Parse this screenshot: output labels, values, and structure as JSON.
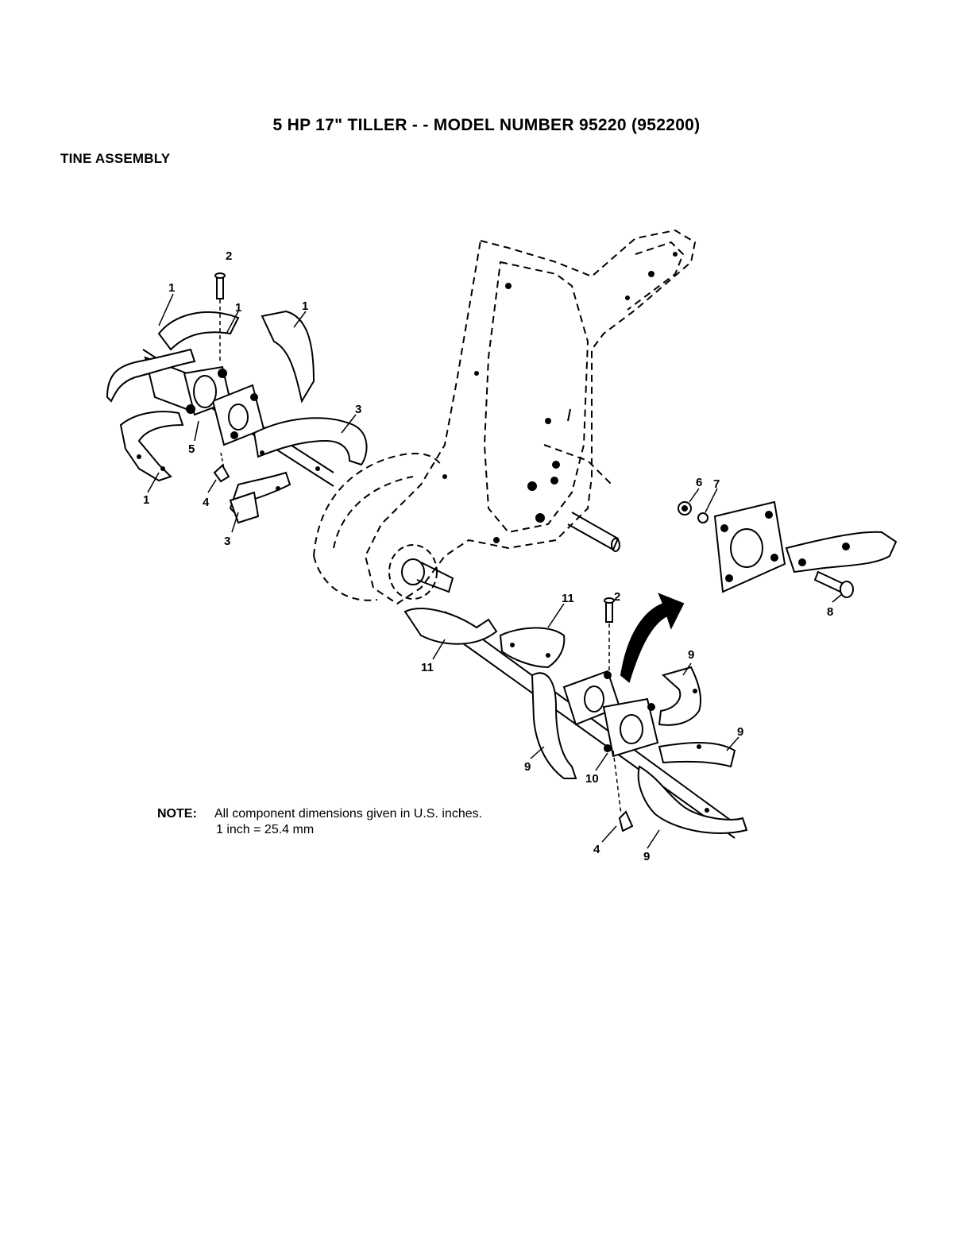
{
  "header": {
    "title": "5 HP  17\" TILLER - - MODEL NUMBER 95220 (952200)",
    "section": "TINE ASSEMBLY"
  },
  "note": {
    "label": "NOTE:",
    "line1": "All component dimensions given in U.S. inches.",
    "line2": "1 inch = 25.4 mm"
  },
  "callouts": {
    "c1a": "1",
    "c1b": "1",
    "c1c": "1",
    "c1d": "1",
    "c2a": "2",
    "c2b": "2",
    "c3a": "3",
    "c3b": "3",
    "c4a": "4",
    "c4b": "4",
    "c5": "5",
    "c6": "6",
    "c7": "7",
    "c8": "8",
    "c9a": "9",
    "c9b": "9",
    "c9c": "9",
    "c9d": "9",
    "c10": "10",
    "c11a": "11",
    "c11b": "11"
  }
}
